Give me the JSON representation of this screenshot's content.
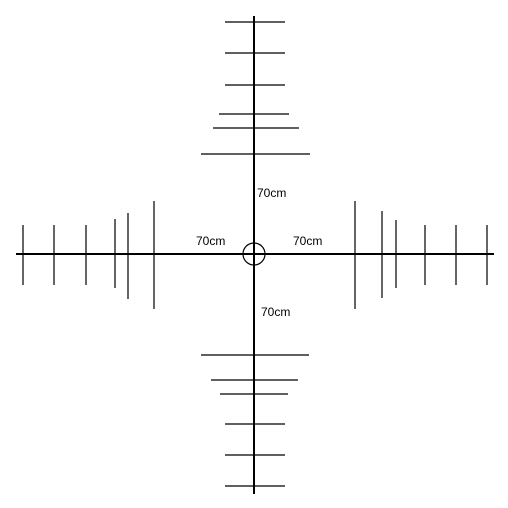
{
  "diagram": {
    "labels": {
      "up": "70cm",
      "down": "70cm",
      "left": "70cm",
      "right": "70cm"
    },
    "line_color": "#000000",
    "background": "#ffffff"
  }
}
